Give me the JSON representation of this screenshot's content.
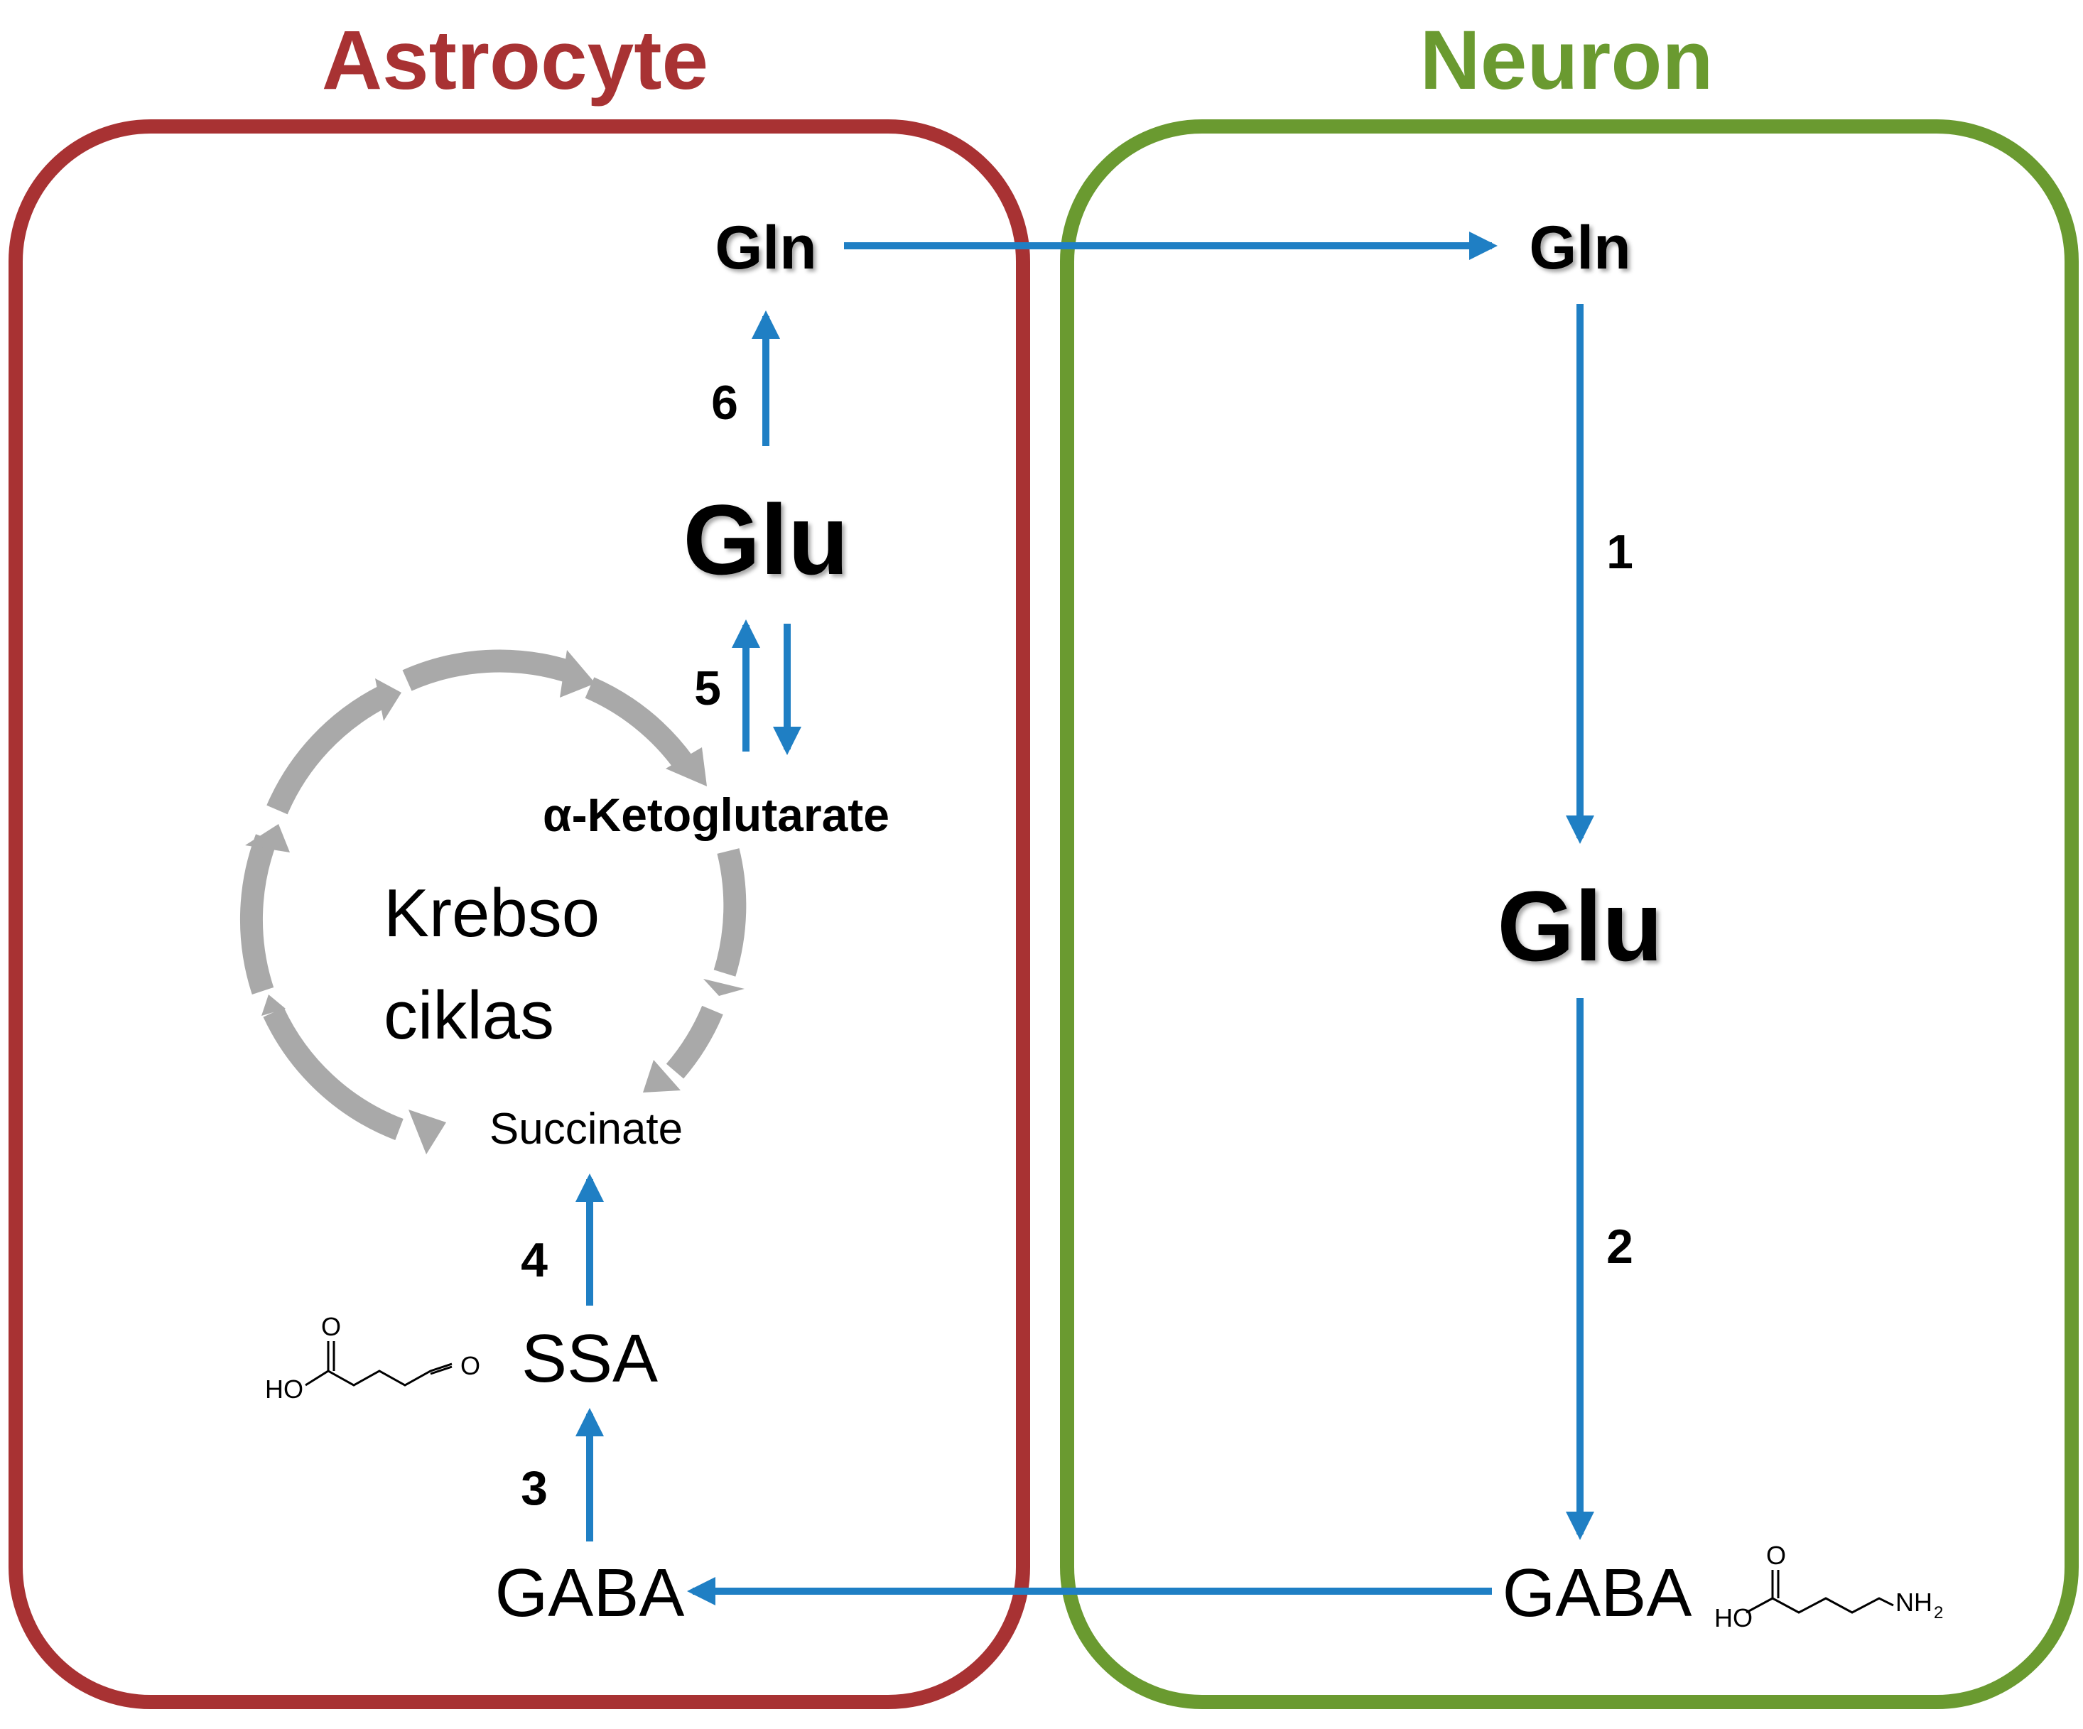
{
  "colors": {
    "astrocyte": "#a83233",
    "neuron": "#6a9a30",
    "arrow": "#1f7fc4",
    "cycle": "#a9a9a9",
    "text": "#000000"
  },
  "astrocyte": {
    "title": "Astrocyte",
    "gln": "Gln",
    "glu": "Glu",
    "akg": "α-Ketoglutarate",
    "krebs_line1": "Krebso",
    "krebs_line2": "ciklas",
    "succinate": "Succinate",
    "ssa": "SSA",
    "gaba": "GABA",
    "step6": "6",
    "step5": "5",
    "step4": "4",
    "step3": "3",
    "ssa_structure": {
      "o": "O",
      "ho": "HO",
      "o2": "O"
    }
  },
  "neuron": {
    "title": "Neuron",
    "gln": "Gln",
    "glu": "Glu",
    "gaba": "GABA",
    "step1": "1",
    "step2": "2",
    "gaba_structure": {
      "o": "O",
      "ho": "HO",
      "nh2": "NH",
      "sub2": "2"
    }
  }
}
